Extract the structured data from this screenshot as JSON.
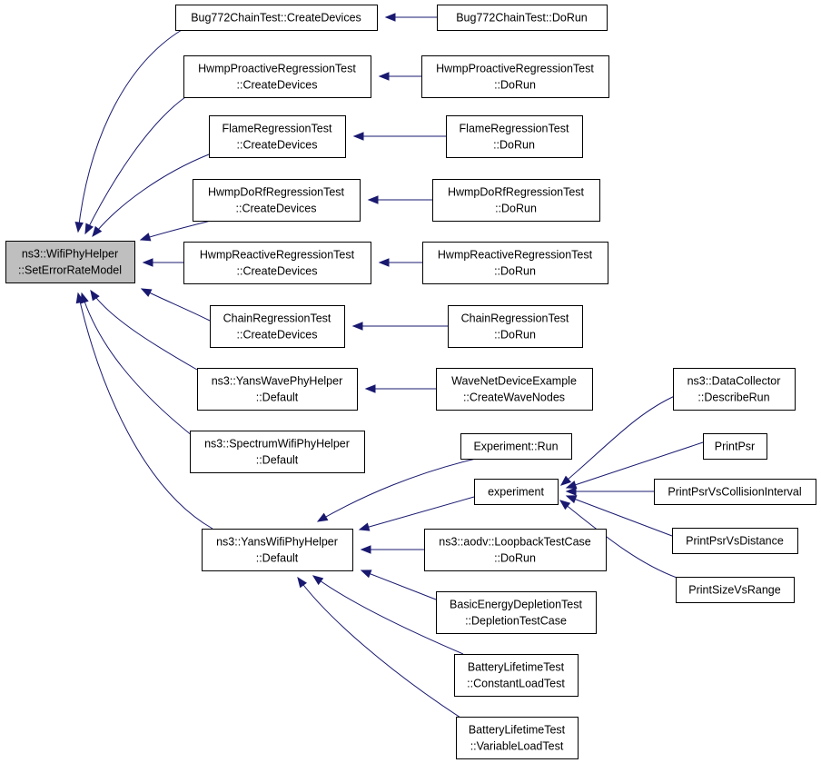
{
  "diagram": {
    "type": "call-graph",
    "nodes": [
      {
        "id": "root",
        "lines": [
          "ns3::WifiPhyHelper",
          "::SetErrorRateModel"
        ],
        "highlight": true
      },
      {
        "id": "bug772_cd",
        "lines": [
          "Bug772ChainTest::CreateDevices"
        ]
      },
      {
        "id": "bug772_run",
        "lines": [
          "Bug772ChainTest::DoRun"
        ]
      },
      {
        "id": "hproact_cd",
        "lines": [
          "HwmpProactiveRegressionTest",
          "::CreateDevices"
        ]
      },
      {
        "id": "hproact_run",
        "lines": [
          "HwmpProactiveRegressionTest",
          "::DoRun"
        ]
      },
      {
        "id": "flame_cd",
        "lines": [
          "FlameRegressionTest",
          "::CreateDevices"
        ]
      },
      {
        "id": "flame_run",
        "lines": [
          "FlameRegressionTest",
          "::DoRun"
        ]
      },
      {
        "id": "hdorf_cd",
        "lines": [
          "HwmpDoRfRegressionTest",
          "::CreateDevices"
        ]
      },
      {
        "id": "hdorf_run",
        "lines": [
          "HwmpDoRfRegressionTest",
          "::DoRun"
        ]
      },
      {
        "id": "hreact_cd",
        "lines": [
          "HwmpReactiveRegressionTest",
          "::CreateDevices"
        ]
      },
      {
        "id": "hreact_run",
        "lines": [
          "HwmpReactiveRegressionTest",
          "::DoRun"
        ]
      },
      {
        "id": "chain_cd",
        "lines": [
          "ChainRegressionTest",
          "::CreateDevices"
        ]
      },
      {
        "id": "chain_run",
        "lines": [
          "ChainRegressionTest",
          "::DoRun"
        ]
      },
      {
        "id": "yanswave",
        "lines": [
          "ns3::YansWavePhyHelper",
          "::Default"
        ]
      },
      {
        "id": "wavenet",
        "lines": [
          "WaveNetDeviceExample",
          "::CreateWaveNodes"
        ]
      },
      {
        "id": "spectrum",
        "lines": [
          "ns3::SpectrumWifiPhyHelper",
          "::Default"
        ]
      },
      {
        "id": "yanswifi",
        "lines": [
          "ns3::YansWifiPhyHelper",
          "::Default"
        ]
      },
      {
        "id": "exp_run",
        "lines": [
          "Experiment::Run"
        ]
      },
      {
        "id": "experiment",
        "lines": [
          "experiment"
        ]
      },
      {
        "id": "aodv",
        "lines": [
          "ns3::aodv::LoopbackTestCase",
          "::DoRun"
        ]
      },
      {
        "id": "basicenergy",
        "lines": [
          "BasicEnergyDepletionTest",
          "::DepletionTestCase"
        ]
      },
      {
        "id": "batt_const",
        "lines": [
          "BatteryLifetimeTest",
          "::ConstantLoadTest"
        ]
      },
      {
        "id": "batt_var",
        "lines": [
          "BatteryLifetimeTest",
          "::VariableLoadTest"
        ]
      },
      {
        "id": "datacollector",
        "lines": [
          "ns3::DataCollector",
          "::DescribeRun"
        ]
      },
      {
        "id": "printpsr",
        "lines": [
          "PrintPsr"
        ]
      },
      {
        "id": "printpsr_ci",
        "lines": [
          "PrintPsrVsCollisionInterval"
        ]
      },
      {
        "id": "printpsr_dist",
        "lines": [
          "PrintPsrVsDistance"
        ]
      },
      {
        "id": "printsize",
        "lines": [
          "PrintSizeVsRange"
        ]
      }
    ],
    "edges": [
      {
        "from": "bug772_cd",
        "to": "root"
      },
      {
        "from": "hproact_cd",
        "to": "root"
      },
      {
        "from": "flame_cd",
        "to": "root"
      },
      {
        "from": "hdorf_cd",
        "to": "root"
      },
      {
        "from": "hreact_cd",
        "to": "root"
      },
      {
        "from": "chain_cd",
        "to": "root"
      },
      {
        "from": "yanswave",
        "to": "root"
      },
      {
        "from": "spectrum",
        "to": "root"
      },
      {
        "from": "yanswifi",
        "to": "root"
      },
      {
        "from": "bug772_run",
        "to": "bug772_cd"
      },
      {
        "from": "hproact_run",
        "to": "hproact_cd"
      },
      {
        "from": "flame_run",
        "to": "flame_cd"
      },
      {
        "from": "hdorf_run",
        "to": "hdorf_cd"
      },
      {
        "from": "hreact_run",
        "to": "hreact_cd"
      },
      {
        "from": "chain_run",
        "to": "chain_cd"
      },
      {
        "from": "wavenet",
        "to": "yanswave"
      },
      {
        "from": "exp_run",
        "to": "yanswifi"
      },
      {
        "from": "experiment",
        "to": "yanswifi"
      },
      {
        "from": "aodv",
        "to": "yanswifi"
      },
      {
        "from": "basicenergy",
        "to": "yanswifi"
      },
      {
        "from": "batt_const",
        "to": "yanswifi"
      },
      {
        "from": "batt_var",
        "to": "yanswifi"
      },
      {
        "from": "datacollector",
        "to": "experiment"
      },
      {
        "from": "printpsr",
        "to": "experiment"
      },
      {
        "from": "printpsr_ci",
        "to": "experiment"
      },
      {
        "from": "printpsr_dist",
        "to": "experiment"
      },
      {
        "from": "printsize",
        "to": "experiment"
      }
    ],
    "colors": {
      "edge": "#191970",
      "node_border": "#000000",
      "node_fill": "#ffffff",
      "highlight_fill": "#bfbfbf"
    }
  }
}
